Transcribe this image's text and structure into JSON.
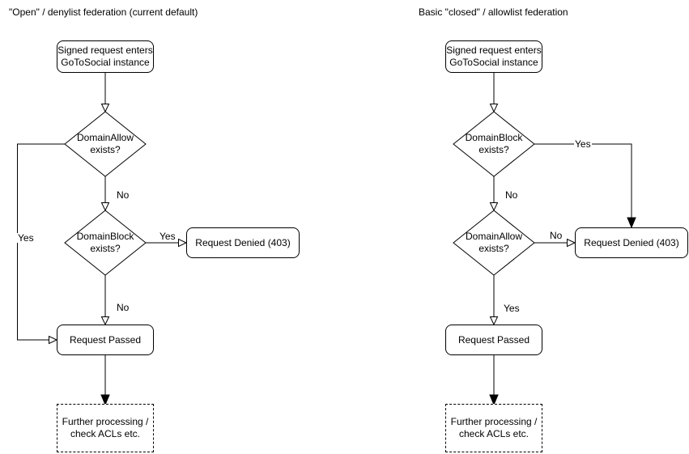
{
  "charts": {
    "left": {
      "title": "\"Open\" / denylist federation (current default)",
      "nodes": {
        "start": "Signed request enters\nGoToSocial instance",
        "decision1": "DomainAllow\nexists?",
        "decision2": "DomainBlock\nexists?",
        "denied": "Request Denied (403)",
        "passed": "Request Passed",
        "further": "Further processing /\ncheck ACLs etc."
      },
      "edge_labels": {
        "allow_yes": "Yes",
        "allow_no": "No",
        "block_yes": "Yes",
        "block_no": "No"
      }
    },
    "right": {
      "title": "Basic \"closed\" / allowlist federation",
      "nodes": {
        "start": "Signed request enters\nGoToSocial instance",
        "decision1": "DomainBlock\nexists?",
        "decision2": "DomainAllow\nexists?",
        "denied": "Request Denied (403)",
        "passed": "Request Passed",
        "further": "Further processing /\ncheck ACLs etc."
      },
      "edge_labels": {
        "block_yes": "Yes",
        "block_no": "No",
        "allow_no": "No",
        "allow_yes": "Yes"
      }
    }
  },
  "colors": {
    "stroke": "#000000",
    "shape_fill": "#ffffff",
    "text": "#000000"
  }
}
